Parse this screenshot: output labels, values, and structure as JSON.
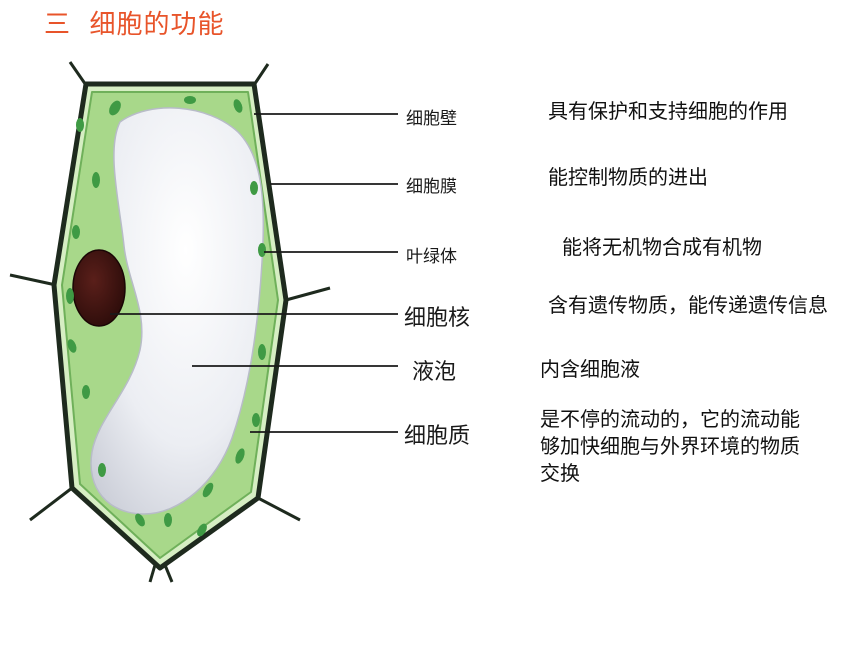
{
  "title": "三  细胞的功能",
  "parts": [
    {
      "label": "细胞壁",
      "function": "具有保护和支持细胞的作用"
    },
    {
      "label": "细胞膜",
      "function": "能控制物质的进出"
    },
    {
      "label": "叶绿体",
      "function": "能将无机物合成有机物"
    },
    {
      "label": "细胞核",
      "function": "含有遗传物质，能传递遗传信息"
    },
    {
      "label": "液泡",
      "function": "内含细胞液"
    },
    {
      "label": "细胞质",
      "function": "是不停的流动的，它的流动能够加快细胞与外界环境的物质交换"
    }
  ],
  "colors": {
    "title": "#e8542a",
    "cytoplasm": "#a8d88a",
    "chloroplast": "#3f9a44",
    "nucleus": "#3a1210",
    "wall": "#1e2a1e"
  }
}
